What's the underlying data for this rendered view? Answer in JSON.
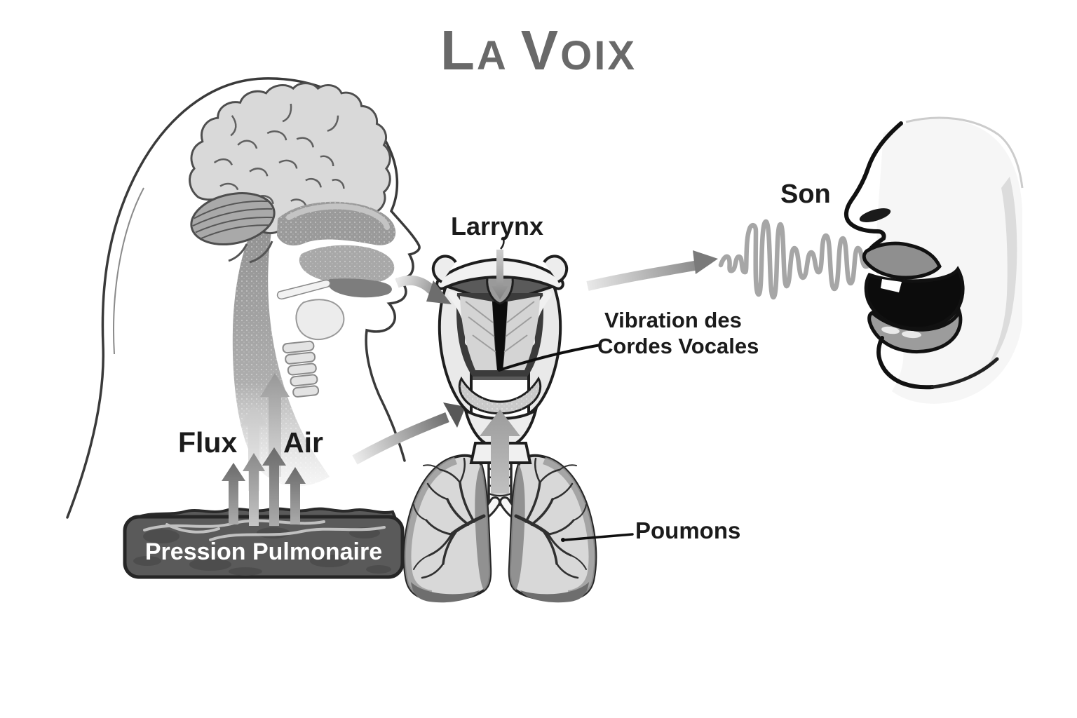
{
  "title": "La Voix",
  "title_parts": {
    "p1": "L",
    "p2": "a",
    "p3": "V",
    "p4": "oix"
  },
  "labels": {
    "larynx": "Larrynx",
    "son": "Son",
    "vibration_line1": "Vibration des",
    "vibration_line2": "Cordes Vocales",
    "poumons": "Poumons",
    "flux": "Flux",
    "air": "Air",
    "pression": "Pression Pulmonaire"
  },
  "figures": {
    "head": "head-profile-cross-section",
    "brain": "brain-icon",
    "larynx": "larynx-front-view",
    "lungs": "lungs-with-trachea",
    "face": "speaking-mouth-profile",
    "sound_wave": "sound-wave-icon",
    "pressure_band": "diaphragm-pressure-band"
  },
  "colors": {
    "background": "#ffffff",
    "title_text": "#696969",
    "label_text": "#1b1b1b",
    "pression_band": "#5a5a5a",
    "pression_text": "#ffffff",
    "arrow_gray": "#8c8c8c",
    "illustration_light": "#d8d8d8",
    "illustration_dark": "#3f3f3f"
  }
}
